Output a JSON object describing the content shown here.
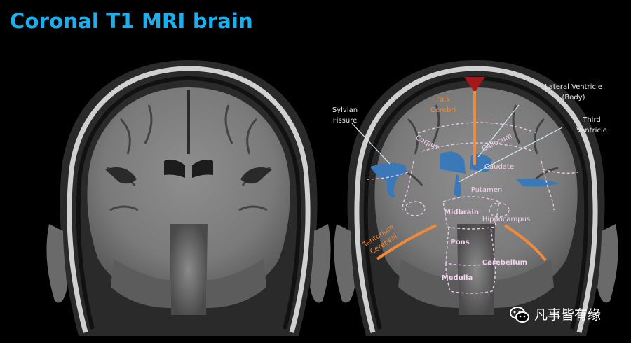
{
  "title": "Coronal T1 MRI brain",
  "colors": {
    "title": "#1ab0ee",
    "orange": "#f08a3a",
    "csf_blue": "#3a78b8",
    "label_pink": "#f3d3ee",
    "label_grey": "#e8e8e8",
    "falx_tip": "#a51818"
  },
  "labels": {
    "falx": [
      "Falx",
      "Cerebri"
    ],
    "lateral_ventricle": [
      "Lateral Ventricle",
      "(Body)"
    ],
    "third_ventricle": [
      "Third",
      "Ventricle"
    ],
    "sylvian": [
      "Sylvian",
      "Fissure"
    ],
    "corpus": "Corpus",
    "callosum": "Callosum",
    "caudate": "Caudate",
    "putamen": "Putamen",
    "midbrain": "Midbrain",
    "hippocampus": "Hippocampus",
    "pons": "Pons",
    "medulla": "Medulla",
    "cerebellum": "Cerebellum",
    "tentorium": [
      "Tentorium",
      "Cerebelli"
    ]
  },
  "watermark": {
    "icon": "wechat-icon",
    "text": "凡事皆有缘"
  }
}
